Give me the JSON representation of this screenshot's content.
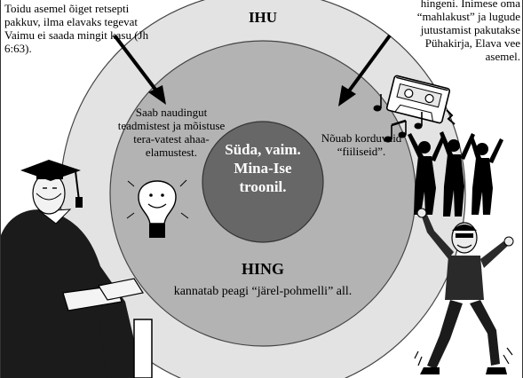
{
  "diagram": {
    "outer_label": "IHU",
    "soul_label": "HING",
    "soul_sub": "kannatab peagi “järel-pohmelli” all.",
    "heart_text": "Süda, vaim. Mina-Ise troonil.",
    "left_ring_note": "Saab naudingut teadmistest ja mõistuse tera-vatest ahaa-elamustest.",
    "right_ring_note": "Nõuab korduvaid “fiiliseid”.",
    "caption_left": "Toidu asemel õiget retsepti pakkuv, ilma elavaks tegevat Vaimu ei saada mingit kasu (Jh 6:63).",
    "caption_right": "hingeni. Inimese oma “mahlakust” ja lugude jutustamist pakutakse Pühakirja, Elava vee asemel."
  },
  "colors": {
    "outer_ring": "#e3e3e3",
    "middle_ring": "#b3b3b3",
    "heart": "#676767",
    "ink": "#000000"
  },
  "icons": [
    "graduate-icon",
    "lightbulb-icon",
    "cassette-icon",
    "music-notes-icon",
    "dancers-icon",
    "dancing-man-icon"
  ]
}
